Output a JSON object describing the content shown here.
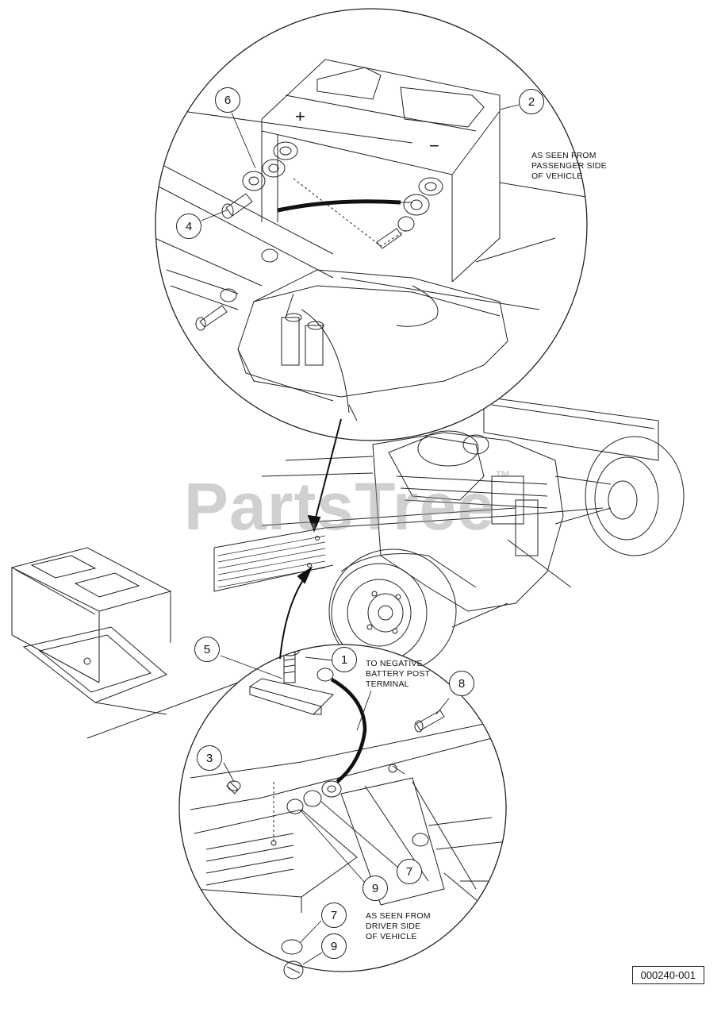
{
  "watermark": {
    "text": "PartsTree",
    "symbol": "™"
  },
  "figure_number": "000240-001",
  "notes": {
    "passenger_side": [
      "AS SEEN FROM",
      "PASSENGER SIDE",
      "OF VEHICLE"
    ],
    "driver_side": [
      "AS SEEN FROM",
      "DRIVER SIDE",
      "OF VEHICLE"
    ],
    "negative_terminal": [
      "TO NEGATIVE",
      "BATTERY POST",
      "TERMINAL"
    ]
  },
  "battery_symbols": {
    "positive": "+",
    "negative": "−"
  },
  "callouts": [
    "6",
    "2",
    "4",
    "5",
    "1",
    "8",
    "3",
    "7",
    "9",
    "7",
    "9"
  ]
}
